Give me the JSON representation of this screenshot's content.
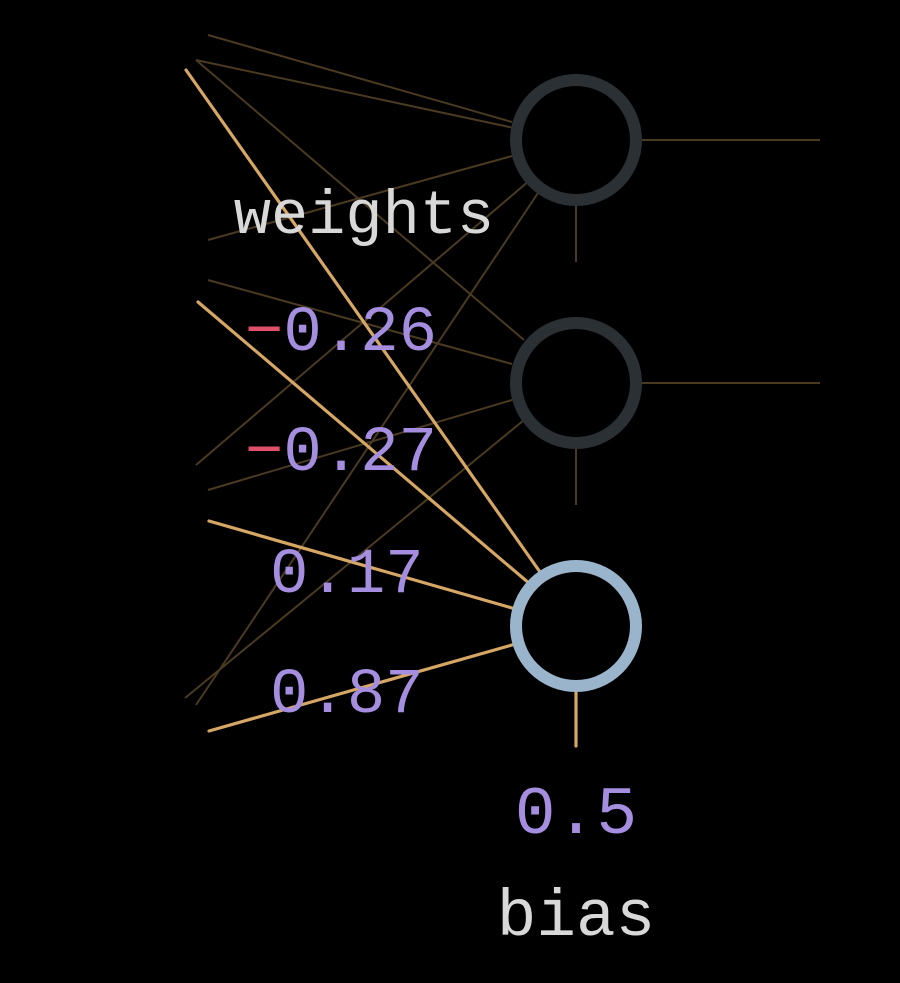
{
  "labels": {
    "weights": "weights",
    "bias": "bias"
  },
  "weights": [
    {
      "sign": "−",
      "value": "0.26"
    },
    {
      "sign": "−",
      "value": "0.27"
    },
    {
      "sign": "",
      "value": "0.17"
    },
    {
      "sign": "",
      "value": "0.87"
    }
  ],
  "bias_value": "0.5",
  "colors": {
    "background": "#000000",
    "active_edge": "#d6a764",
    "faint_edge": "#4a3a22",
    "inactive_neuron": "#2a3034",
    "active_neuron": "#9ab4cc",
    "number": "#a58ee0",
    "minus_sign": "#e0506a",
    "label": "#d8d8d8"
  }
}
